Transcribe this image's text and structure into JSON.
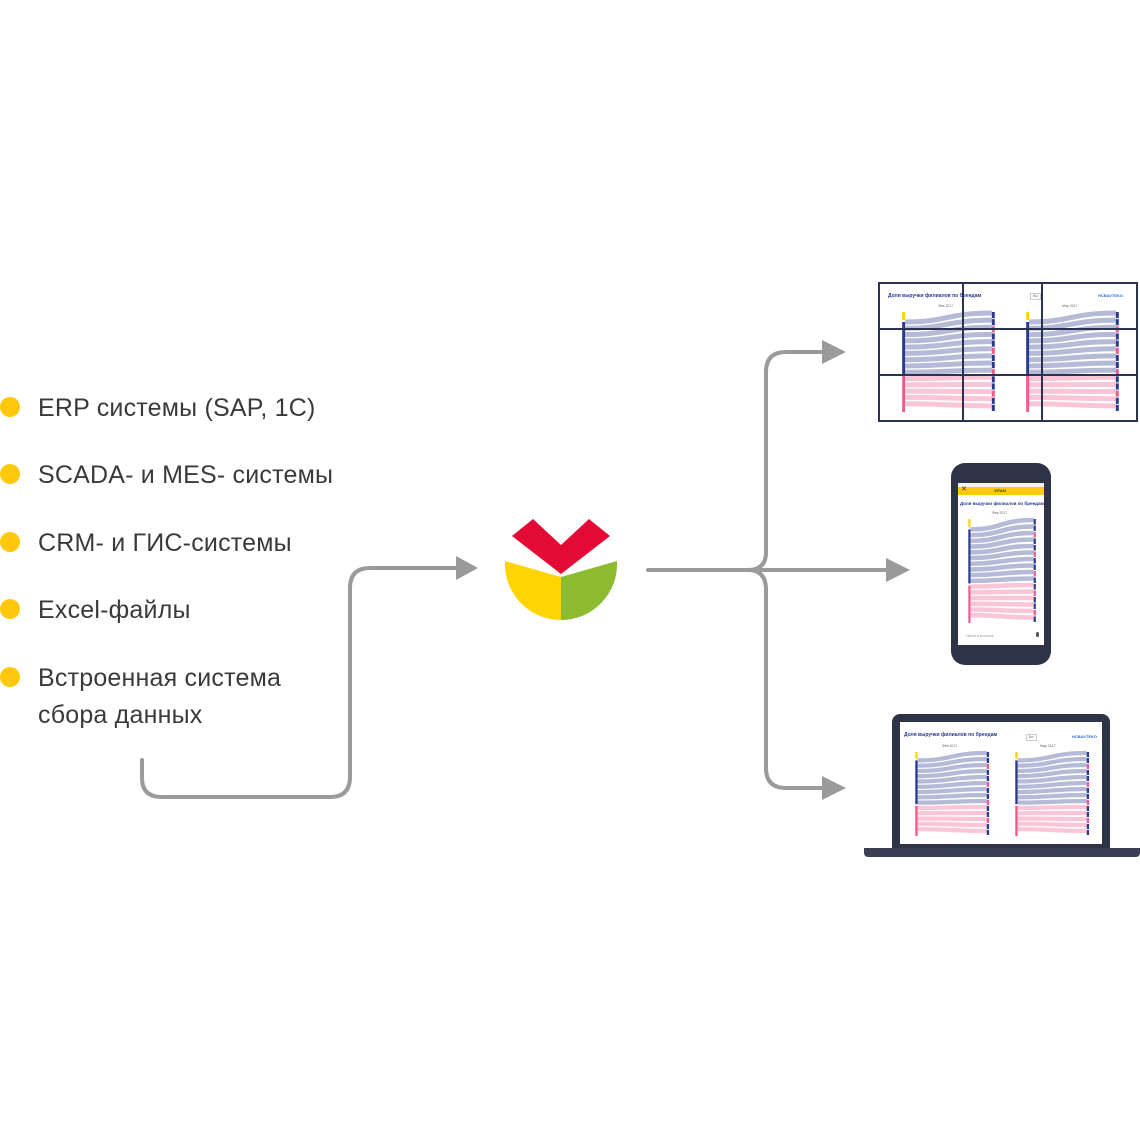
{
  "sources": [
    {
      "lines": [
        "ERP системы (SAP, 1С)"
      ]
    },
    {
      "lines": [
        "SCADA- и MES- системы"
      ]
    },
    {
      "lines": [
        "CRM- и ГИС-системы"
      ]
    },
    {
      "lines": [
        "Excel-файлы"
      ]
    },
    {
      "lines": [
        "Встроенная система",
        "сбора данных"
      ]
    }
  ],
  "dashboard": {
    "title": "Доля выручки филиалов по брендам",
    "period_left": "Фев 2017",
    "period_right": "Мар 2017",
    "brand": "HCBAVTEKO",
    "input": "Вы"
  },
  "phone": {
    "app_name": "VITAN",
    "hint": "Найти в каталоге"
  },
  "colors": {
    "bullet": "#FFC80A",
    "connector": "#9a9a9a",
    "logo_red": "#E30A35",
    "logo_yellow": "#FFD400",
    "logo_green": "#8DBB2F",
    "device_body": "#2E3347",
    "flow_blue": "#2B3A8C",
    "flow_pink": "#F05A8C"
  }
}
